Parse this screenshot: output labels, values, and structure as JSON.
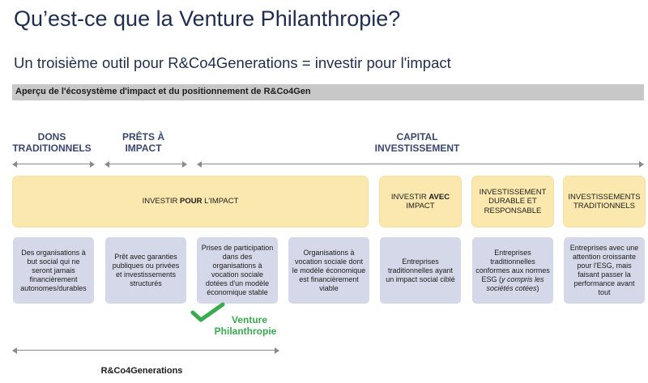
{
  "header": {
    "title": "Qu’est-ce que la Venture Philanthropie?",
    "subtitle": "Un troisième outil pour R&Co4Generations = investir pour l'impact",
    "banner": "Aperçu de l'écosystème d'impact et du positionnement de R&Co4Gen"
  },
  "categories": {
    "dons": [
      "DONS",
      "TRADITIONNELS"
    ],
    "prets": [
      "PRÊTS À",
      "IMPACT"
    ],
    "capital": [
      "CAPITAL",
      "INVESTISSEMENT"
    ]
  },
  "yellow_boxes": {
    "pour_impact": {
      "pre": "INVESTIR ",
      "bold": "POUR",
      "post": " L'IMPACT"
    },
    "avec_impact": {
      "pre": "INVESTIR ",
      "bold": "AVEC",
      "post": "IMPACT"
    },
    "durable": "INVESTISSEMENT DURABLE ET RESPONSABLE",
    "traditionnels": "INVESTISSEMENTS TRADITIONNELS"
  },
  "grey_boxes": {
    "b1": "Des organisations à but social qui ne seront jamais financièrement autonomes/durables",
    "b2": "Prêt avec garanties publiques ou privées et investissements structurés",
    "b3": "Prises de participation dans des organisations à vocation sociale dotées d'un modèle économique stable",
    "b4": "Organisations à vocation sociale dont le modèle économique est financièrement viable",
    "b5": "Entreprises traditionnelles ayant un impact social ciblé",
    "b6_main": "Entreprises traditionnelles conformes aux normes ESG (",
    "b6_italic": "y compris les sociétés cotées",
    "b6_end": ")",
    "b7": "Entreprises avec une attention croissante pour l'ESG, mais faisant passer la performance avant tout"
  },
  "venture": [
    "Venture",
    "Philanthropie"
  ],
  "footer_label": "R&Co4Generations",
  "colors": {
    "check": "#3aaa4f",
    "yellow": "#fbe8ae",
    "grey": "#d4d8e8",
    "title": "#1f2d4e"
  },
  "icons": {
    "check": "check-icon"
  }
}
